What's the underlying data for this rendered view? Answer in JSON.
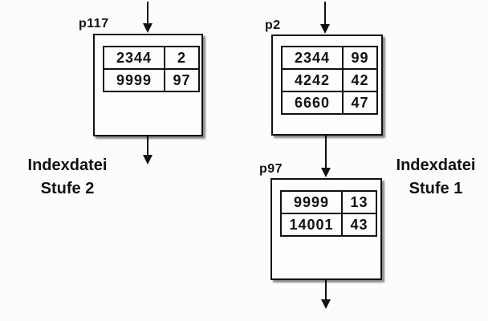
{
  "diagram": {
    "captions": {
      "left": {
        "line1": "Indexdatei",
        "line2": "Stufe 2"
      },
      "right": {
        "line1": "Indexdatei",
        "line2": "Stufe 1"
      }
    },
    "nodes": {
      "p117": {
        "label": "p117",
        "rows": [
          [
            "2344",
            "2"
          ],
          [
            "9999",
            "97"
          ]
        ]
      },
      "p2": {
        "label": "p2",
        "rows": [
          [
            "2344",
            "99"
          ],
          [
            "4242",
            "42"
          ],
          [
            "6660",
            "47"
          ]
        ]
      },
      "p97": {
        "label": "p97",
        "rows": [
          [
            "9999",
            "13"
          ],
          [
            "14001",
            "43"
          ]
        ]
      }
    },
    "colors": {
      "line": "#111111",
      "background": "#fcfcfa",
      "shadow": "#8a8a8a"
    }
  }
}
